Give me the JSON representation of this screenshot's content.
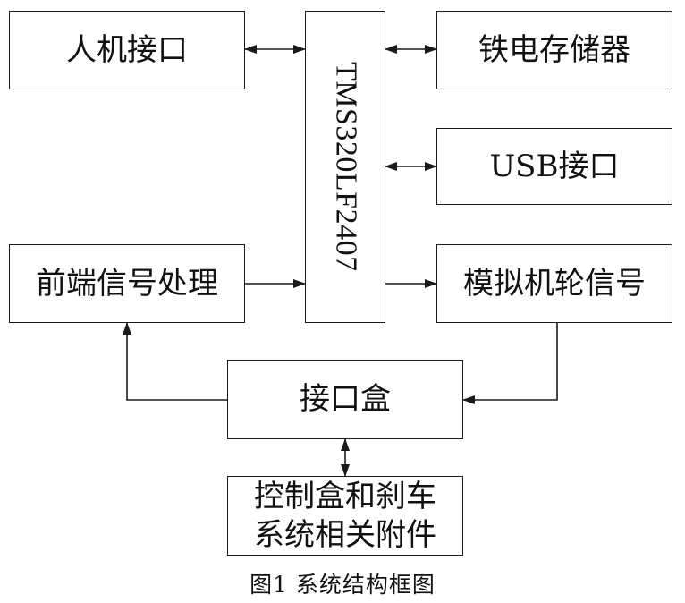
{
  "diagram": {
    "nodes": {
      "hmi": "人机接口",
      "dsp": "TMS320LF2407",
      "fram": "铁电存储器",
      "usb": "USB接口",
      "frontend": "前端信号处理",
      "simulator": "模拟机轮信号",
      "interface_box": "接口盒",
      "control_box_line1": "控制盒和刹车",
      "control_box_line2": "系统相关附件"
    },
    "edges": [
      {
        "from": "hmi",
        "to": "dsp",
        "direction": "both"
      },
      {
        "from": "dsp",
        "to": "fram",
        "direction": "both"
      },
      {
        "from": "dsp",
        "to": "usb",
        "direction": "both"
      },
      {
        "from": "frontend",
        "to": "dsp",
        "direction": "forward"
      },
      {
        "from": "dsp",
        "to": "simulator",
        "direction": "forward"
      },
      {
        "from": "simulator",
        "to": "interface_box",
        "direction": "forward"
      },
      {
        "from": "interface_box",
        "to": "frontend",
        "direction": "forward"
      },
      {
        "from": "interface_box",
        "to": "control_box",
        "direction": "both"
      }
    ],
    "caption": "图1  系统结构框图",
    "line_color": "#1a1a1a"
  }
}
